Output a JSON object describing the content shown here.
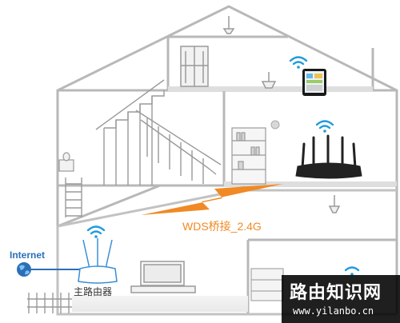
{
  "labels": {
    "internet": "Internet",
    "main_router": "主路由器",
    "wds_link": "WDS桥接_2.4G"
  },
  "watermark": {
    "title": "路由知识网",
    "url": "www.yilanbo.cn"
  },
  "icons": {
    "globe": "globe-icon",
    "wifi": "wifi-icon",
    "main_router": "router-icon",
    "secondary_router": "router-icon",
    "tablet": "tablet-icon",
    "lightning": "lightning-bolt-icon"
  },
  "colors": {
    "house_outline": "#b8b8b8",
    "wifi_signal": "#1f9ae0",
    "wds_accent": "#f08a24",
    "internet_text": "#2c6fb7",
    "router_dark": "#222222",
    "watermark_bg": "#111111"
  }
}
